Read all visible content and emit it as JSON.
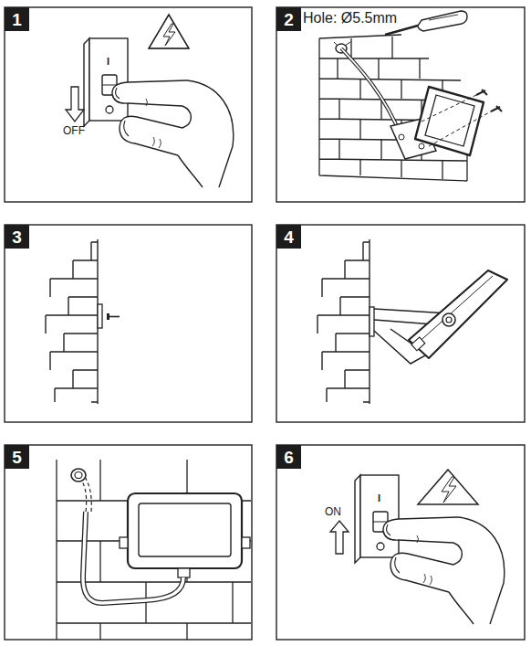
{
  "diagram": {
    "nodes": [
      {
        "text": [
          "1"
        ]
      },
      {
        "text": [
          "2"
        ]
      },
      {
        "text": [
          "3"
        ]
      },
      {
        "text": [
          "4"
        ]
      },
      {
        "text": [
          "5"
        ]
      },
      {
        "text": [
          "6"
        ]
      }
    ],
    "labels": [
      "I",
      "OFF",
      "Hole: Ø5.5mm",
      "I",
      "ON"
    ]
  }
}
